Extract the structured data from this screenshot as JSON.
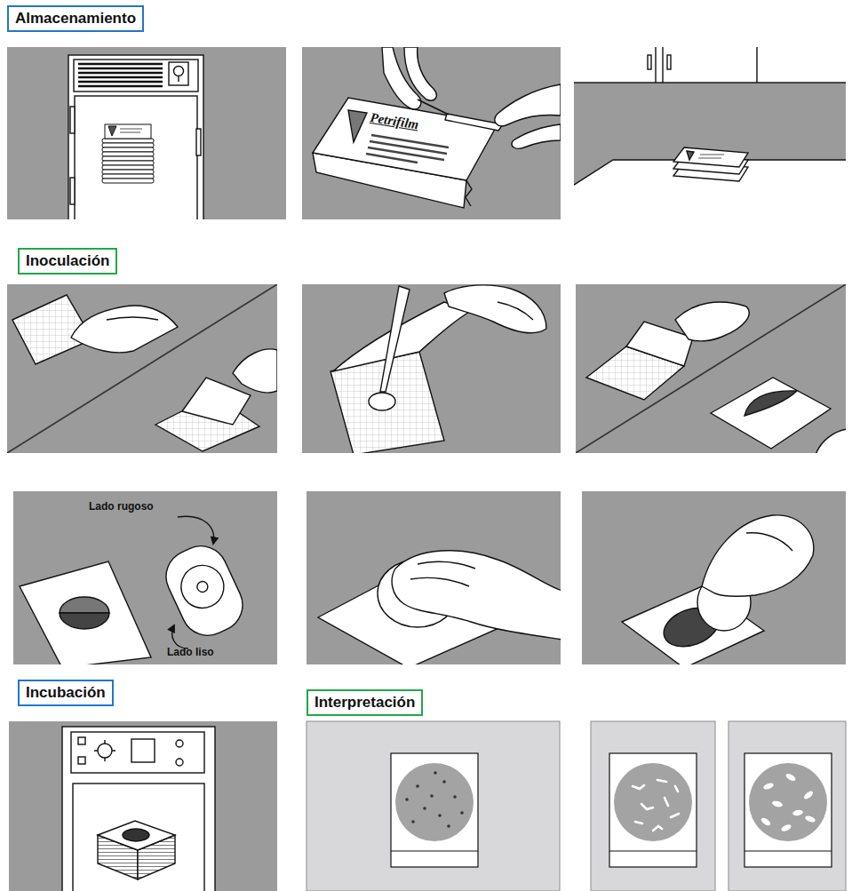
{
  "diagram": {
    "nodes": [
      {
        "text": [
          "Almacenamiento"
        ]
      },
      {
        "text": [
          "Inoculación"
        ]
      },
      {
        "text": [
          "Incubación"
        ]
      },
      {
        "text": [
          "Interpretación"
        ]
      }
    ],
    "labels": [
      "Petrifilm",
      "Lado rugoso",
      "Lado liso"
    ]
  }
}
